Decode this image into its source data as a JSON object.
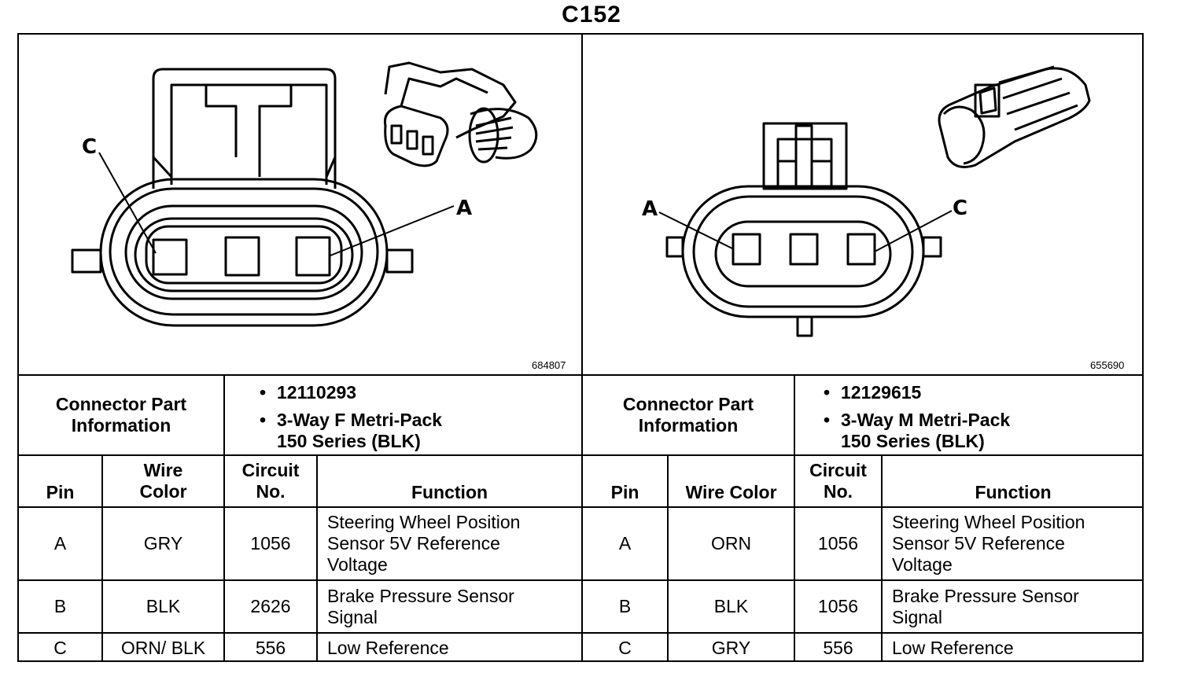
{
  "title": "C152",
  "left": {
    "figure_number": "684807",
    "pin_labels": {
      "left": "C",
      "right": "A"
    },
    "part_label": "Connector Part Information",
    "part_number": "12110293",
    "part_desc_line1": "3-Way F Metri-Pack",
    "part_desc_line2": "150 Series (BLK)",
    "headers": {
      "pin": "Pin",
      "wire_color": "Wire Color",
      "circuit": "Circuit No.",
      "function": "Function"
    },
    "rows": [
      {
        "pin": "A",
        "wire": "GRY",
        "circuit": "1056",
        "function": "Steering Wheel Position Sensor 5V Reference Voltage"
      },
      {
        "pin": "B",
        "wire": "BLK",
        "circuit": "2626",
        "function": "Brake Pressure Sensor Signal"
      },
      {
        "pin": "C",
        "wire": "ORN/ BLK",
        "circuit": "556",
        "function": "Low Reference"
      }
    ]
  },
  "right": {
    "figure_number": "655690",
    "pin_labels": {
      "left": "A",
      "right": "C"
    },
    "part_label": "Connector Part Information",
    "part_number": "12129615",
    "part_desc_line1": "3-Way M Metri-Pack",
    "part_desc_line2": "150 Series (BLK)",
    "headers": {
      "pin": "Pin",
      "wire_color": "Wire Color",
      "circuit": "Circuit No.",
      "function": "Function"
    },
    "rows": [
      {
        "pin": "A",
        "wire": "ORN",
        "circuit": "1056",
        "function": "Steering Wheel Position Sensor 5V Reference Voltage"
      },
      {
        "pin": "B",
        "wire": "BLK",
        "circuit": "1056",
        "function": "Brake Pressure Sensor Signal"
      },
      {
        "pin": "C",
        "wire": "GRY",
        "circuit": "556",
        "function": "Low Reference"
      }
    ]
  }
}
